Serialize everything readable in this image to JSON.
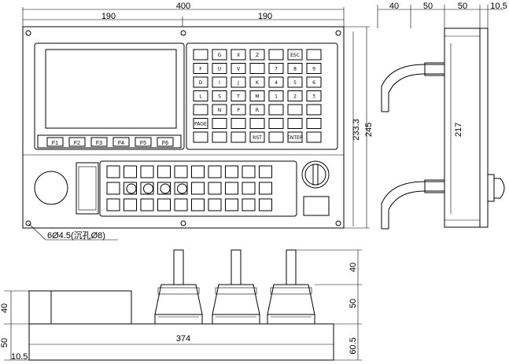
{
  "front_view": {
    "dims": {
      "total_width": "400",
      "left_half": "190",
      "right_half": "190",
      "inner_height": "233.3",
      "outer_height": "245",
      "holes_note": "6Ø4.5(沉孔Ø8)"
    },
    "function_keys": [
      "F1",
      "F2",
      "F3",
      "F4",
      "F5",
      "F6"
    ],
    "keypad_rows": [
      [
        "",
        "G",
        "X",
        "Z",
        "",
        "ESC"
      ],
      [
        "F",
        "U",
        "V",
        "",
        "7",
        "8",
        "9"
      ],
      [
        "D",
        "I",
        "J",
        "K",
        "4",
        "5",
        "6"
      ],
      [
        "L",
        "S",
        "T",
        "M",
        "1",
        "2",
        "3"
      ],
      [
        "",
        "N",
        "P",
        "R",
        "",
        "",
        ""
      ],
      [
        "PAGE",
        "",
        "",
        "",
        "",
        "",
        ""
      ],
      [
        "",
        "",
        "",
        "RST",
        "",
        "ENTER"
      ]
    ]
  },
  "side_view": {
    "dims": {
      "depth_a": "40",
      "depth_b": "50",
      "depth_c": "50",
      "depth_d": "10.5",
      "height": "217"
    }
  },
  "bottom_view": {
    "dims": {
      "width": "374",
      "left_40": "40",
      "left_50": "50",
      "left_10_5": "10.5",
      "right_40": "40",
      "right_50": "50",
      "right_60_5": "60.5"
    }
  }
}
